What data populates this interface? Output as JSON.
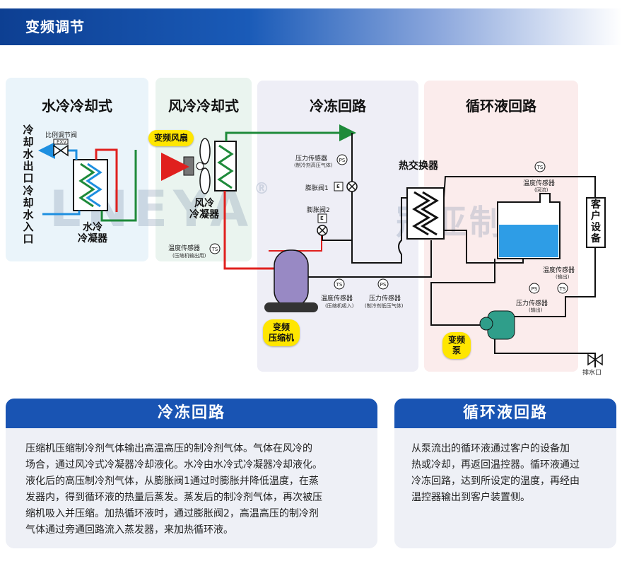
{
  "header": {
    "title": "变频调节"
  },
  "panels": {
    "water": {
      "title": "水冷冷却式"
    },
    "air": {
      "title": "风冷冷却式"
    },
    "refrig": {
      "title": "冷冻回路"
    },
    "circ": {
      "title": "循环液回路"
    }
  },
  "labels": {
    "outlet": "冷却水出口",
    "inlet": "冷却水入口",
    "prop_valve": "比例调节阀",
    "exv": "EXV",
    "water_condenser": "水冷\n冷凝器",
    "inv_fan": "变频风扇",
    "air_condenser": "风冷\n冷凝器",
    "temp_sensor": "温度传感器",
    "temp_sensor_sub_discharge": "(压缩机输出用)",
    "compressor": "变频\n压缩机",
    "pressure_sensor": "压力传感器",
    "pressure_sensor_sub_high": "(制冷剂高压气体)",
    "exp_valve_1": "膨胀阀1",
    "exp_valve_2": "膨胀阀2",
    "e_mark": "E",
    "ps": "PS",
    "ts": "TS",
    "temp_sensor_sub_suction": "(压缩机吸入)",
    "pressure_sensor_sub_low": "(制冷剂低压气体)",
    "heat_exchanger": "热交换器",
    "temp_sensor_sub_return": "(回流)",
    "customer_equipment": "客户设备",
    "temp_sensor_sub_out": "(输出)",
    "pressure_sensor_sub_out": "(输出)",
    "inv_pump": "变频\n泵",
    "drain": "排水口"
  },
  "watermark": {
    "brand": "LNEYA",
    "reg": "®",
    "cn": "冠亚制冷"
  },
  "info": {
    "refrig": {
      "title": "冷冻回路",
      "lines": [
        "压缩机压缩制冷剂气体输出高温高压的制冷剂气体。气体在风冷的",
        "场合，通过风冷式冷凝器冷却液化。水冷由水冷式冷凝器冷却液化。",
        "液化后的高压制冷剂气体，从膨胀阀1通过时膨胀并降低温度，在蒸",
        "发器内，得到循环液的热量后蒸发。蒸发后的制冷剂气体，再次被压",
        "缩机吸入并压缩。加热循环液时，通过膨胀阀2，高温高压的制冷剂",
        "气体通过旁通回路流入蒸发器，来加热循环液。"
      ]
    },
    "circ": {
      "title": "循环液回路",
      "lines": [
        "从泵流出的循环液通过客户的设备加",
        "热或冷却，再返回温控器。循环液通过",
        "冷冻回路，达到所设定的温度，再经由",
        "温控器输出到客户装置侧。"
      ]
    }
  },
  "colors": {
    "refrig_hot": "#e0201e",
    "refrig_cold": "#1e8a3a",
    "water": "#1e8fe0",
    "accent": "#1954b3"
  }
}
